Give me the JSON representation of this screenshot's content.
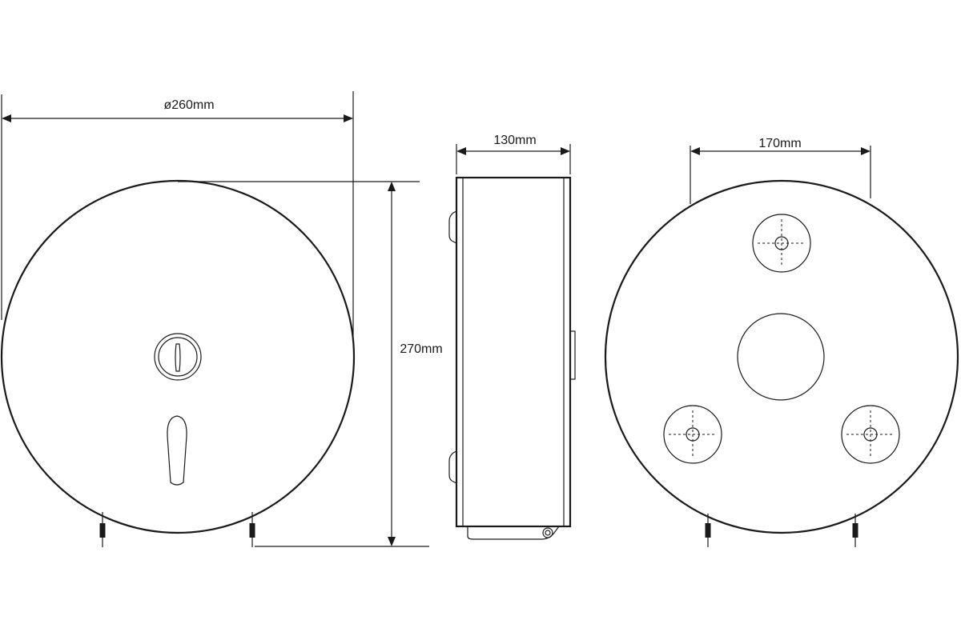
{
  "dimensions": {
    "front_width": "ø260mm",
    "front_height": "270mm",
    "side_depth": "130mm",
    "back_hole_spacing": "170mm"
  }
}
